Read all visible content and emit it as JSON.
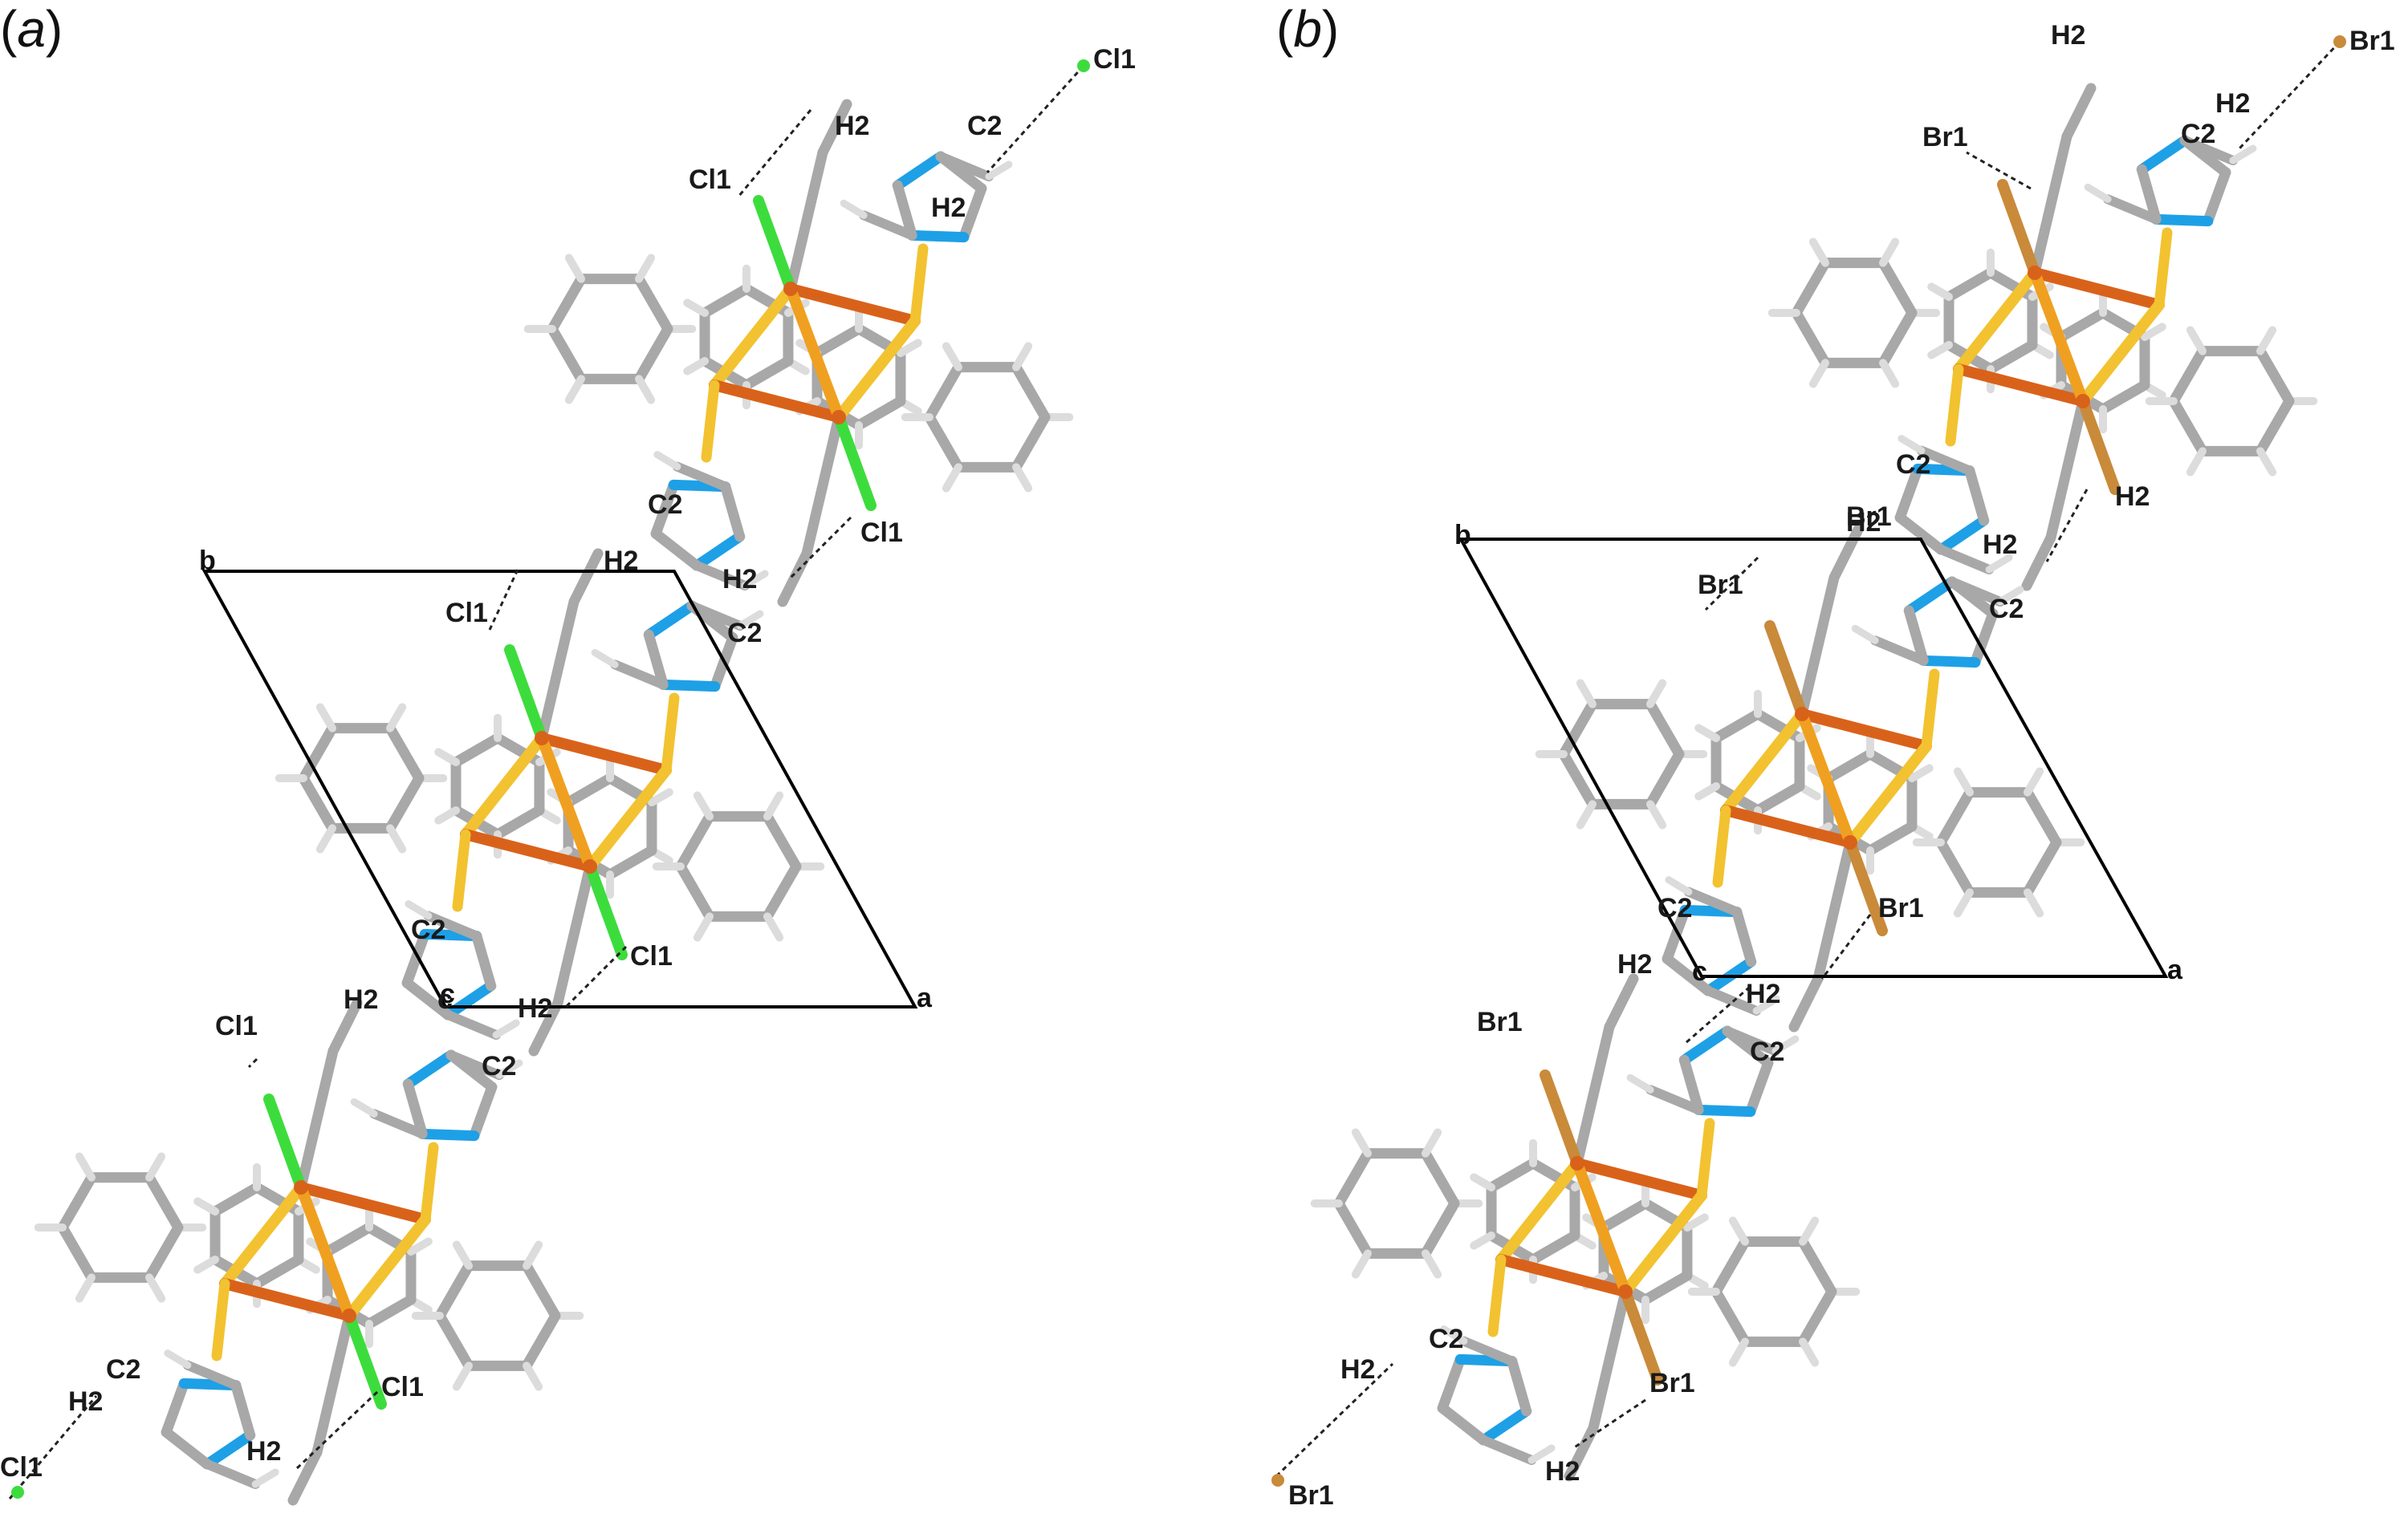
{
  "panels": [
    {
      "id": "a",
      "label": "a",
      "halide": "Cl1",
      "halide_color": "#3ddc3d",
      "axes": {
        "a": "a",
        "b": "b",
        "c": "c"
      },
      "atom_labels": [
        "Cl1",
        "H2",
        "C2",
        "H2",
        "Cl1",
        "Cl1",
        "C2",
        "H2",
        "Cl1",
        "H2",
        "C2",
        "Cl1",
        "C2",
        "H2",
        "c",
        "H2",
        "Cl1",
        "C2",
        "C2",
        "H2",
        "Cl1",
        "H2",
        "Cl1"
      ]
    },
    {
      "id": "b",
      "label": "b",
      "halide": "Br1",
      "halide_color": "#c98a3a",
      "axes": {
        "a": "a",
        "b": "b",
        "c": "c"
      },
      "atom_labels": [
        "H2",
        "Br1",
        "Br1",
        "H2",
        "C2",
        "C2",
        "H2",
        "Br1",
        "Br1",
        "H2",
        "H2",
        "C2",
        "C2",
        "Br1",
        "H2",
        "H2",
        "Br1",
        "C2",
        "H2",
        "C2",
        "Br1",
        "Br1",
        "H2"
      ]
    }
  ],
  "colors": {
    "carbon": "#a8a8a8",
    "hydrogen": "#dcdcdc",
    "nitrogen": "#1ea0e6",
    "sulfur": "#f2c230",
    "copper": "#d9621a",
    "copper_light": "#f0a020",
    "hbond": "#222222",
    "cell": "#000000"
  }
}
